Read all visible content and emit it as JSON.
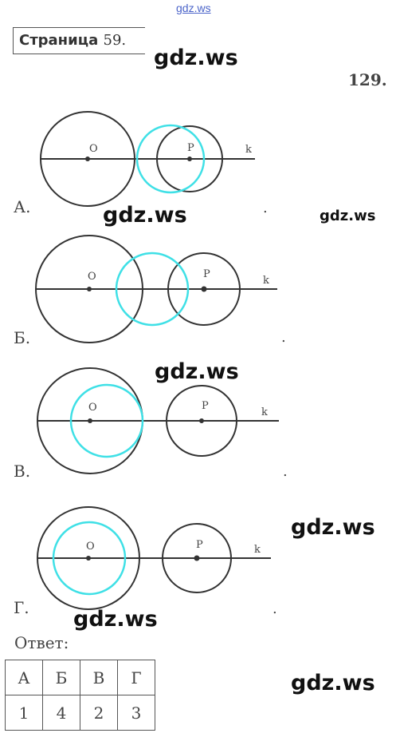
{
  "watermark_top": "gdz.ws",
  "watermark": "gdz.ws",
  "page_title_word": "Страница",
  "page_title_num": "59.",
  "task_number": "129.",
  "options": [
    {
      "label": "А.",
      "dot": "."
    },
    {
      "label": "Б.",
      "dot": "."
    },
    {
      "label": "В.",
      "dot": "."
    },
    {
      "label": "Г.",
      "dot": "."
    }
  ],
  "point_o": "O",
  "point_p": "P",
  "line_label": "k",
  "answer_label": "Ответ:",
  "answer_table": {
    "headers": [
      "А",
      "Б",
      "В",
      "Г"
    ],
    "values": [
      "1",
      "4",
      "2",
      "3"
    ]
  },
  "colors": {
    "circle": "#333333",
    "highlight": "#3fe0e6",
    "text": "#444444"
  }
}
